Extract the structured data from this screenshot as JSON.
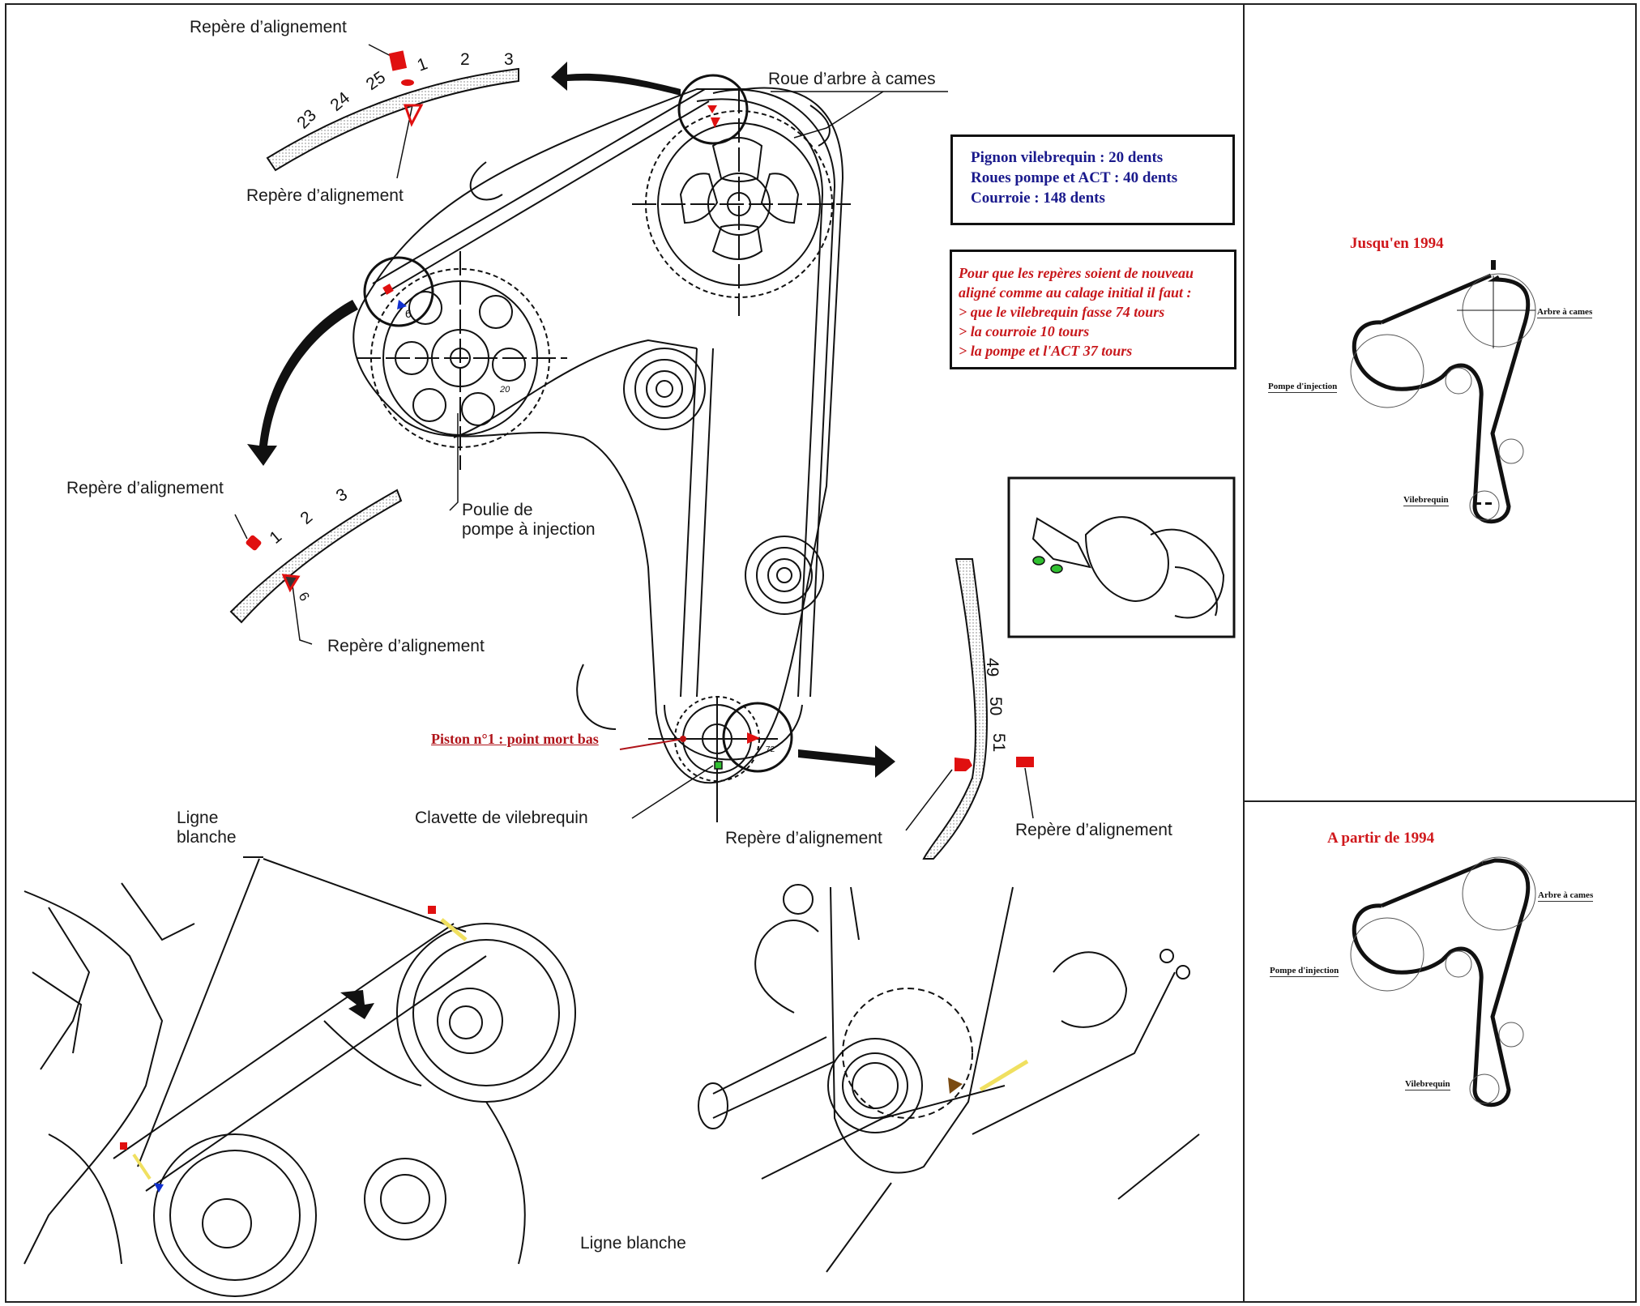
{
  "main_diagram": {
    "top_callout": {
      "label_upper": "Repère d’alignement",
      "label_lower": "Repère d’alignement",
      "tooth_numbers": [
        "23",
        "24",
        "25",
        "1",
        "2",
        "3"
      ]
    },
    "camshaft_label": "Roue d’arbre à cames",
    "left_callout": {
      "label_upper": "Repère d’alignement",
      "label_lower": "Repère d’alignement",
      "tooth_numbers": [
        "1",
        "2",
        "3"
      ],
      "mark_number": "6"
    },
    "pump_pulley_label_line1": "Poulie de",
    "pump_pulley_label_line2": "pompe à injection",
    "pump_tooth_mark": "6",
    "pump_number": "20",
    "piston_label": "Piston n°1 : point mort bas",
    "crank_key_label": "Clavette de vilebrequin",
    "crank_mark_number": "72",
    "bottom_callout": {
      "label_left": "Repère d’alignement",
      "label_right": "Repère d’alignement",
      "tooth_numbers": [
        "49",
        "50",
        "51"
      ]
    }
  },
  "info_box": {
    "lines": [
      "Pignon vilebrequin : 20 dents",
      "Roues pompe et ACT : 40 dents",
      "Courroie : 148 dents"
    ],
    "text_color": "#1a1a8c"
  },
  "note_box": {
    "lines": [
      "Pour que les repères soient de nouveau",
      "aligné comme au calage initial il faut :",
      "> que le vilebrequin fasse 74 tours",
      "> la courroie 10 tours",
      "> la pompe et l'ACT 37 tours"
    ],
    "text_color": "#c8181c"
  },
  "lower_left_illustration": {
    "label_line1": "Ligne",
    "label_line2": "blanche"
  },
  "lower_right_illustration": {
    "label": "Ligne blanche"
  },
  "side_panels": [
    {
      "title": "Jusqu'en 1994",
      "labels": {
        "camshaft": "Arbre à cames",
        "pump": "Pompe d'injection",
        "crankshaft": "Vilebrequin"
      }
    },
    {
      "title": "A partir de 1994",
      "labels": {
        "camshaft": "Arbre à cames",
        "pump": "Pompe d'injection",
        "crankshaft": "Vilebrequin"
      }
    }
  ],
  "colors": {
    "mark_red": "#e01010",
    "mark_blue": "#1030d0",
    "key_green": "#30c030",
    "white_line_yellow": "#f0e060",
    "title_red": "#d0181c"
  }
}
